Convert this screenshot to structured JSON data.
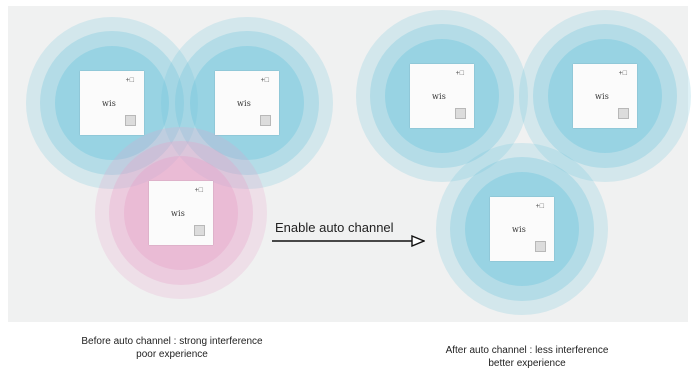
{
  "diagram": {
    "colors": {
      "panel_background": "#f0f1f1",
      "coverage_normal": "#6cc4dc",
      "coverage_interference": "#e8a0c8",
      "arrow": "#111111"
    },
    "access_point": {
      "brand": "wis",
      "port_glyph": "+□"
    },
    "access_points": [
      {
        "id": "before-1",
        "group": "before",
        "state": "normal"
      },
      {
        "id": "before-2",
        "group": "before",
        "state": "normal"
      },
      {
        "id": "before-3",
        "group": "before",
        "state": "interference"
      },
      {
        "id": "after-1",
        "group": "after",
        "state": "normal"
      },
      {
        "id": "after-2",
        "group": "after",
        "state": "normal"
      },
      {
        "id": "after-3",
        "group": "after",
        "state": "normal"
      }
    ],
    "arrow_label": "Enable auto channel",
    "captions": {
      "before": {
        "line1": "Before auto channel  : strong interference",
        "line2": "poor experience"
      },
      "after": {
        "line1": "After auto channel  : less interference",
        "line2": "better experience"
      }
    }
  }
}
